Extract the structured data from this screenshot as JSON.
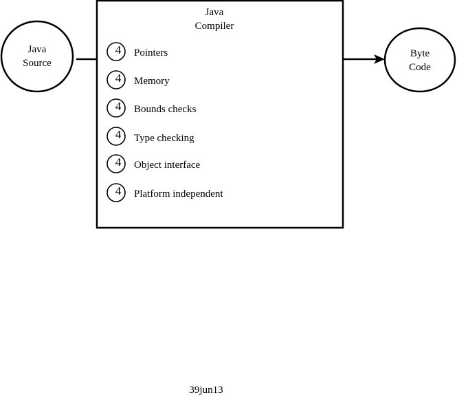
{
  "source_node": {
    "line1": "Java",
    "line2": "Source"
  },
  "compiler_box": {
    "line1": "Java",
    "line2": "Compiler"
  },
  "checklist": [
    {
      "label": "Pointers",
      "mark": "4"
    },
    {
      "label": "Memory",
      "mark": "4"
    },
    {
      "label": "Bounds checks",
      "mark": "4"
    },
    {
      "label": "Type checking",
      "mark": "4"
    },
    {
      "label": "Object interface",
      "mark": "4"
    },
    {
      "label": "Platform independent",
      "mark": "4"
    }
  ],
  "output_node": {
    "line1": "Byte",
    "line2": "Code"
  },
  "footer": {
    "code": "39jun13"
  },
  "colors": {
    "stroke": "#000000",
    "background": "#ffffff"
  }
}
